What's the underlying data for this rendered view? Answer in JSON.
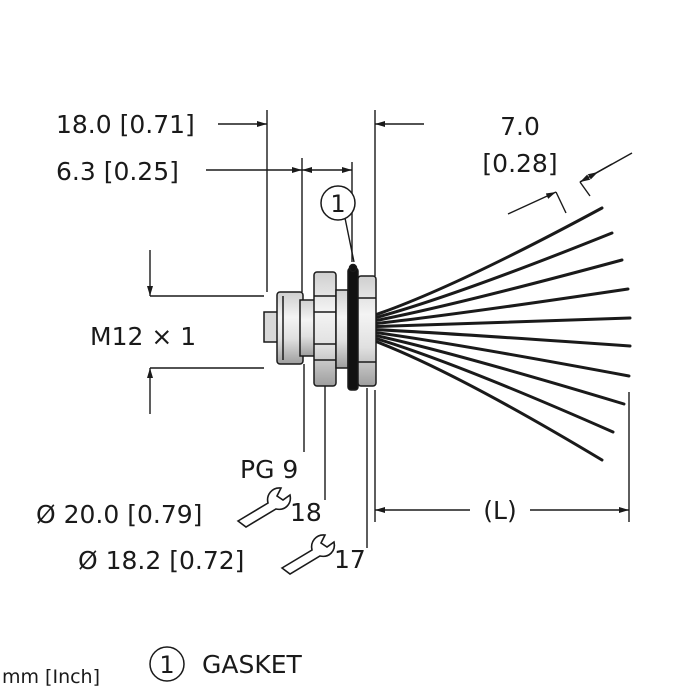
{
  "dimensions": {
    "overall_length": "18.0 [0.71]",
    "front_depth": "6.3 [0.25]",
    "wire_spacing_top": "7.0",
    "wire_spacing_bottom": "[0.28]",
    "thread": "M12 × 1",
    "panel_thread": "PG 9",
    "nut_diameter": "Ø 20.0 [0.79]",
    "nut_wrench": "18",
    "gasket_diameter": "Ø 18.2 [0.72]",
    "gasket_wrench": "17",
    "cable_length": "(L)"
  },
  "callouts": {
    "item_number": "1"
  },
  "legend": {
    "units": "mm [Inch]",
    "item_number": "1",
    "item_label": "GASKET"
  },
  "colors": {
    "line": "#1a1a1a",
    "metal_light": "#e6e6e6",
    "metal_mid": "#bdbdbd",
    "gasket": "#111111"
  },
  "wires": {
    "count": 10
  }
}
